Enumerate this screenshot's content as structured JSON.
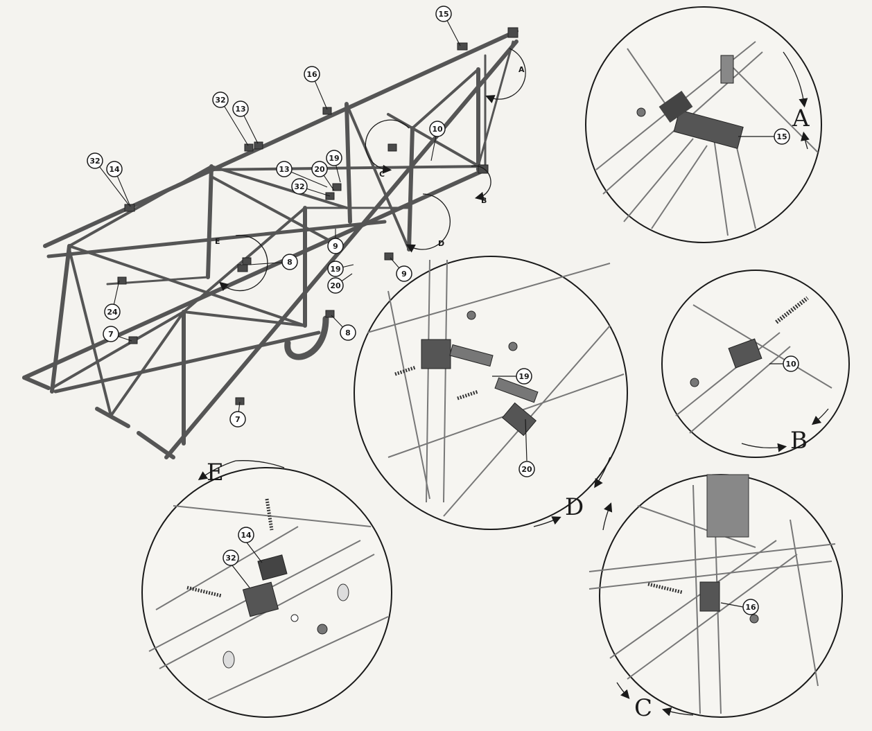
{
  "callouts": {
    "main": [
      {
        "id": "c15",
        "num": "15"
      },
      {
        "id": "c16",
        "num": "16"
      },
      {
        "id": "c32a",
        "num": "32"
      },
      {
        "id": "c13a",
        "num": "13"
      },
      {
        "id": "c32b",
        "num": "32"
      },
      {
        "id": "c14",
        "num": "14"
      },
      {
        "id": "c10",
        "num": "10"
      },
      {
        "id": "c19a",
        "num": "19"
      },
      {
        "id": "c20a",
        "num": "20"
      },
      {
        "id": "c13b",
        "num": "13"
      },
      {
        "id": "c32c",
        "num": "32"
      },
      {
        "id": "c9a",
        "num": "9"
      },
      {
        "id": "c8a",
        "num": "8"
      },
      {
        "id": "c19b",
        "num": "19"
      },
      {
        "id": "c20b",
        "num": "20"
      },
      {
        "id": "c9b",
        "num": "9"
      },
      {
        "id": "c24",
        "num": "24"
      },
      {
        "id": "c7a",
        "num": "7"
      },
      {
        "id": "c8b",
        "num": "8"
      },
      {
        "id": "c7b",
        "num": "7"
      }
    ],
    "detailA": "15",
    "detailB": "10",
    "detailC": "16",
    "detailD1": "19",
    "detailD2": "20",
    "detailE1": "14",
    "detailE2": "32"
  },
  "tags": {
    "A": "A",
    "B": "B",
    "C": "C",
    "D": "D",
    "E": "E"
  },
  "details": {
    "A": "A",
    "B": "B",
    "C": "C",
    "D": "D",
    "E": "E"
  },
  "colors": {
    "ink": "#1a1a1a",
    "paper": "#f4f3ef",
    "tube": "#6a6a6a",
    "fitting": "#4a4a4a"
  }
}
